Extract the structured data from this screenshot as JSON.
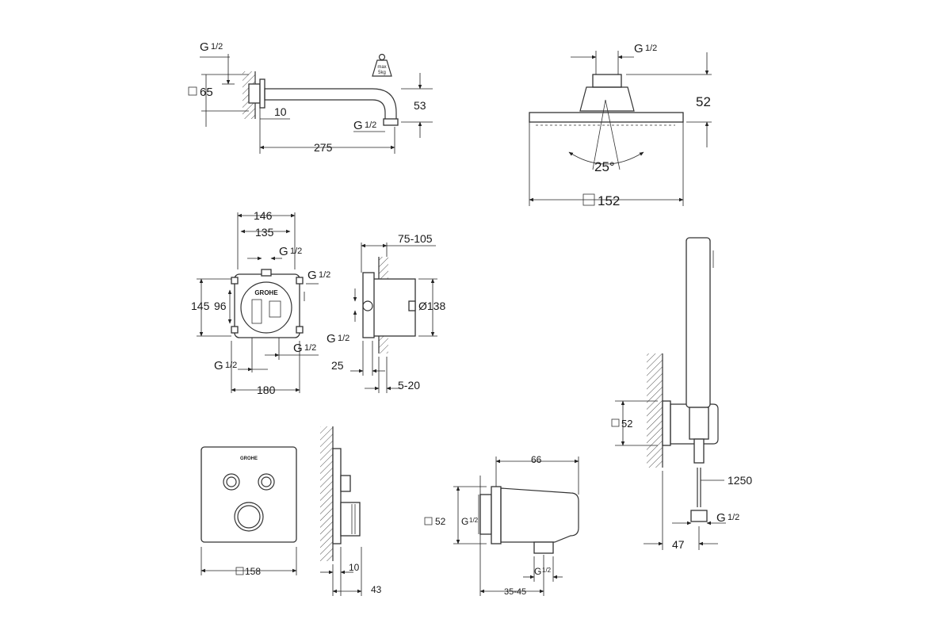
{
  "brand": {
    "logo_text": "GROHE"
  },
  "spout": {
    "thread_label": "G",
    "thread_fraction": "1/2",
    "flange_label": "65",
    "projection": "275",
    "wall_gap": "10",
    "drop": "53",
    "outlet_thread": "G",
    "outlet_fraction": "1/2",
    "weight_top": "max",
    "weight_bottom": "5kg"
  },
  "head_shower": {
    "thread": "G",
    "thread_fraction": "1/2",
    "height": "52",
    "angle": "25°",
    "width": "152"
  },
  "mixer_body": {
    "width_outer": "146",
    "width_inner": "135",
    "top_thread": "G",
    "top_fraction": "1/2",
    "right_thread": "G",
    "right_fraction": "1/2",
    "height_outer": "145",
    "height_inner": "96",
    "bottom_right_thread": "G",
    "bottom_right_fraction": "1/2",
    "bottom_left_thread": "G",
    "bottom_left_fraction": "1/2",
    "base_width": "180"
  },
  "mixer_side": {
    "depth_range": "75-105",
    "diameter": "Ø138",
    "left_thread": "G",
    "left_fraction": "1/2",
    "offset": "25",
    "plaster_range": "5-20"
  },
  "trim_plate": {
    "size": "158",
    "wall_gap": "10",
    "depth": "43"
  },
  "wall_outlet": {
    "width": "66",
    "size": "52",
    "side_thread": "G",
    "side_fraction": "1/2",
    "bottom_thread": "G",
    "bottom_fraction": "1/2",
    "projection_range": "35-45"
  },
  "hand_shower": {
    "holder_size": "52",
    "hose_length": "1250",
    "thread": "G",
    "thread_fraction": "1/2",
    "offset": "47"
  }
}
